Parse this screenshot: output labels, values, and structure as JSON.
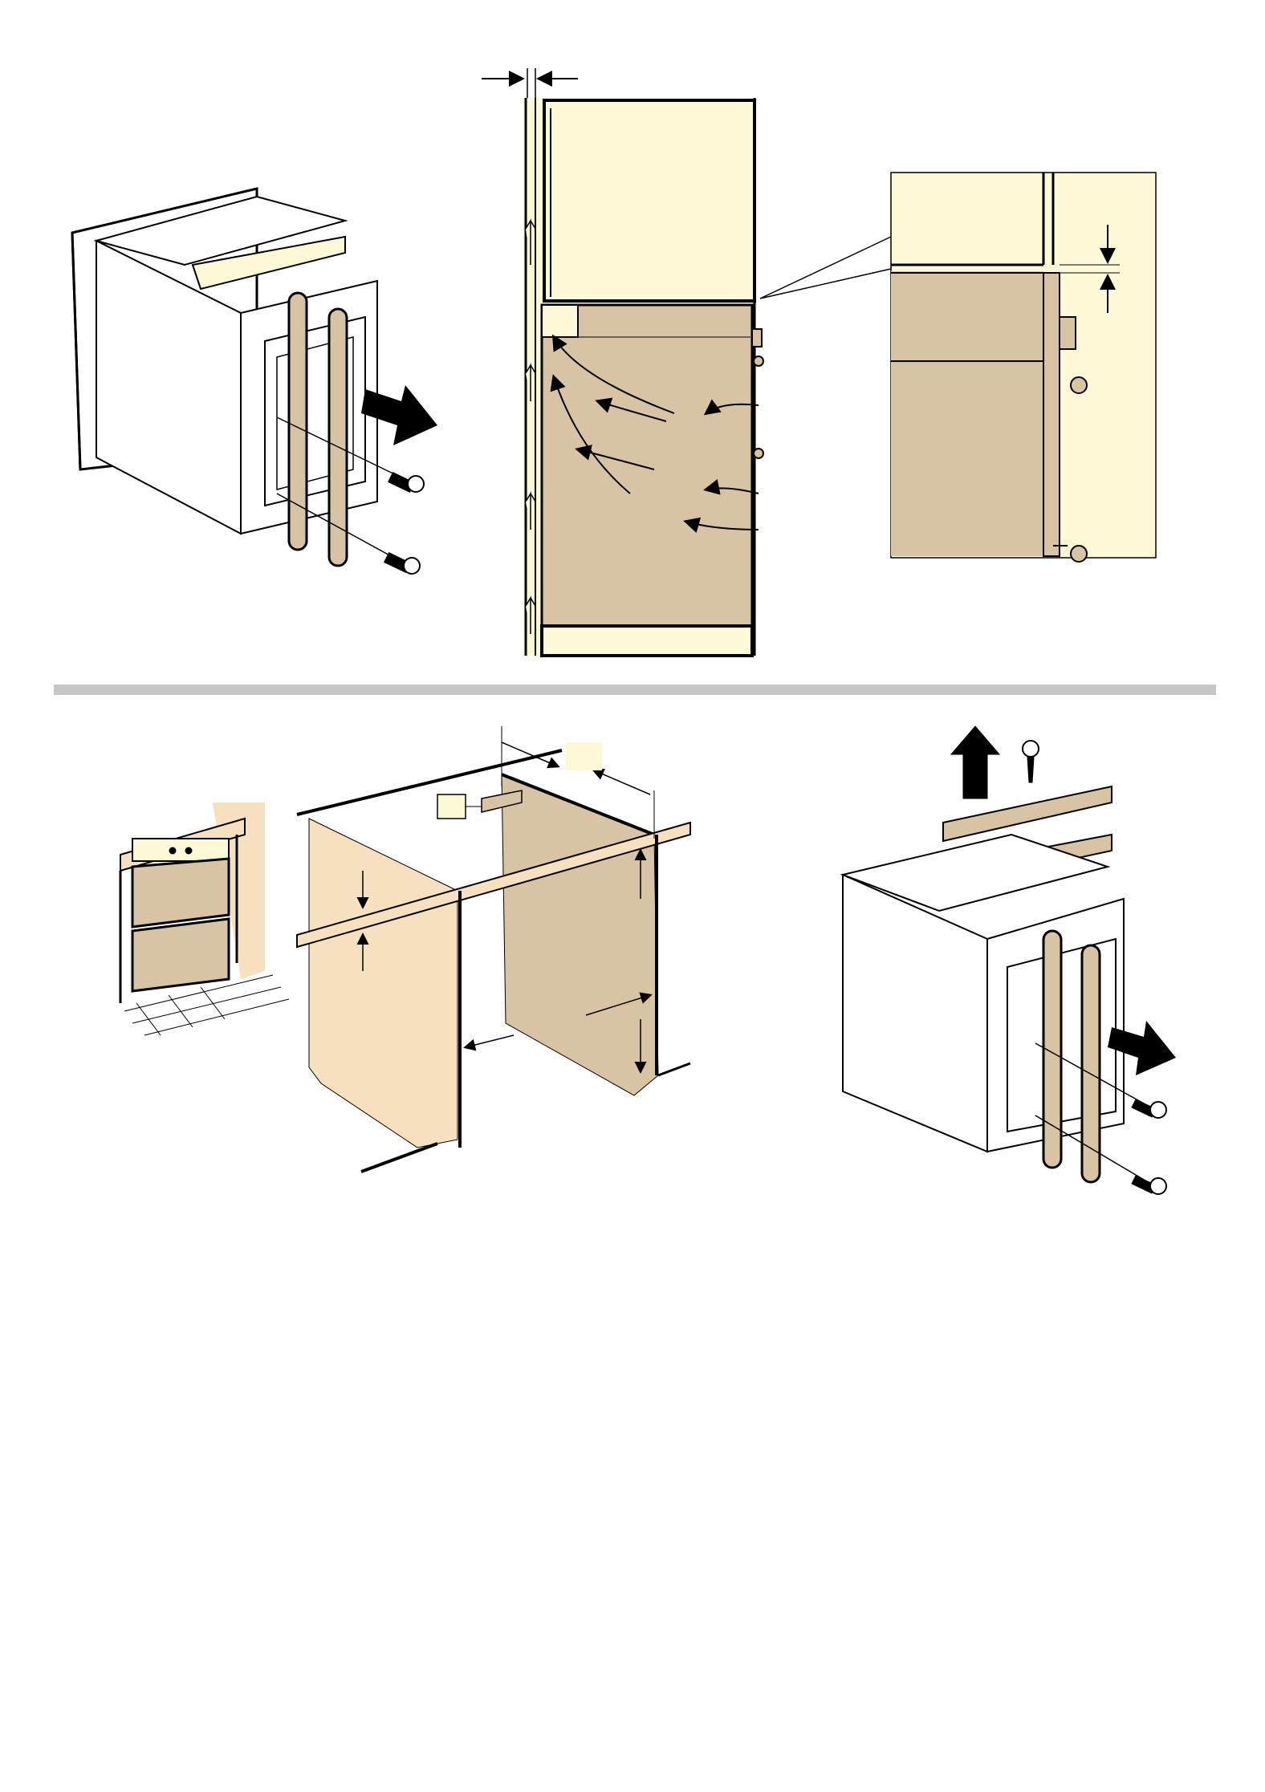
{
  "document": {
    "type": "installation-instructions-illustration-page",
    "colors": {
      "page": "#ffffff",
      "panel_bg": "#fffef9",
      "panel_border": "#f7f2cf",
      "divider": "#c6c6c6",
      "cream": "#fdf8d6",
      "tan": "#d9c3a5",
      "light_tan": "#f6e0c0",
      "outline": "#000000"
    },
    "panels": [
      {
        "name": "top",
        "figures": [
          "oven-with-side-rails-and-screws",
          "cabinet-airflow-section",
          "door-gap-detail"
        ]
      },
      {
        "name": "bottom",
        "figures": [
          "kitchen-installed-double-oven",
          "cabinet-opening-dimensions",
          "oven-top-trim-bracket-removal"
        ]
      }
    ]
  }
}
